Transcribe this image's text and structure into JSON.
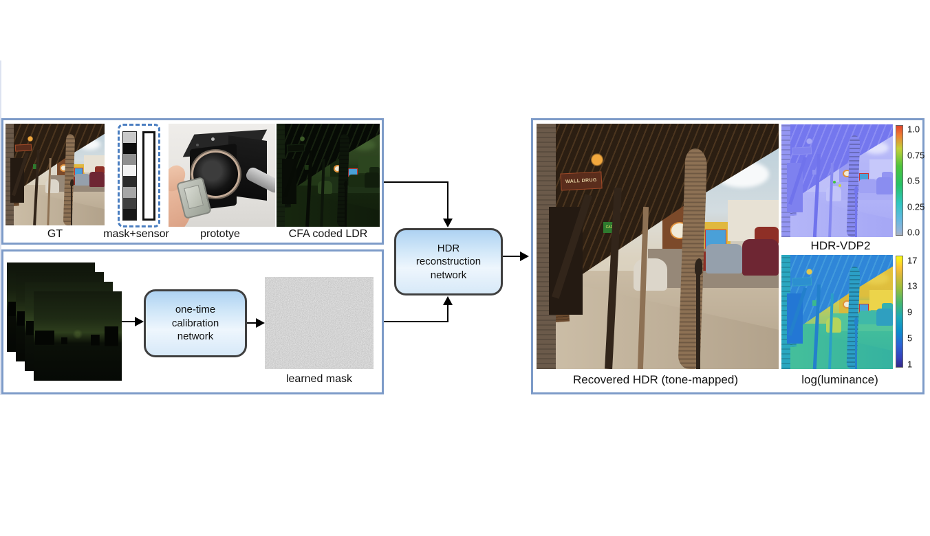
{
  "figure": {
    "input_panel": {
      "gt_label": "GT",
      "mask_sensor_label": "mask+sensor",
      "prototype_label": "prototye",
      "cfa_label": "CFA coded LDR",
      "mask_cells": [
        "#c9c9c9",
        "#0d0d0d",
        "#8f8f8f",
        "#f2f2f2",
        "#2b2b2b",
        "#a6a6a6",
        "#3f3f3f",
        "#161616"
      ]
    },
    "calibration_panel": {
      "node_lines": [
        "one-time",
        "calibration",
        "network"
      ],
      "mask_label": "learned mask"
    },
    "hdr_node_lines": [
      "HDR",
      "reconstruction",
      "network"
    ],
    "output_panel": {
      "recovered_label": "Recovered HDR (tone-mapped)",
      "vdp_label": "HDR-VDP2",
      "lum_label": "log(luminance)",
      "vdp_ticks": [
        "1.0",
        "0.75",
        "0.5",
        "0.25",
        "0.0"
      ],
      "lum_ticks": [
        "17",
        "13",
        "9",
        "5",
        "1"
      ]
    },
    "scene_signs": {
      "wall_drug": "WALL DRUG",
      "cafe": "CAFE"
    },
    "colors": {
      "panel_border": "#7d9bc8",
      "dashed_border": "#4a7ec0",
      "node_border": "#3f3f3f",
      "vdp_colorbar_top": "#e2452b",
      "vdp_colorbar_bottom": "#a8b2c0",
      "lum_colorbar_top": "#f9fb14",
      "lum_colorbar_bottom": "#352a87"
    }
  }
}
